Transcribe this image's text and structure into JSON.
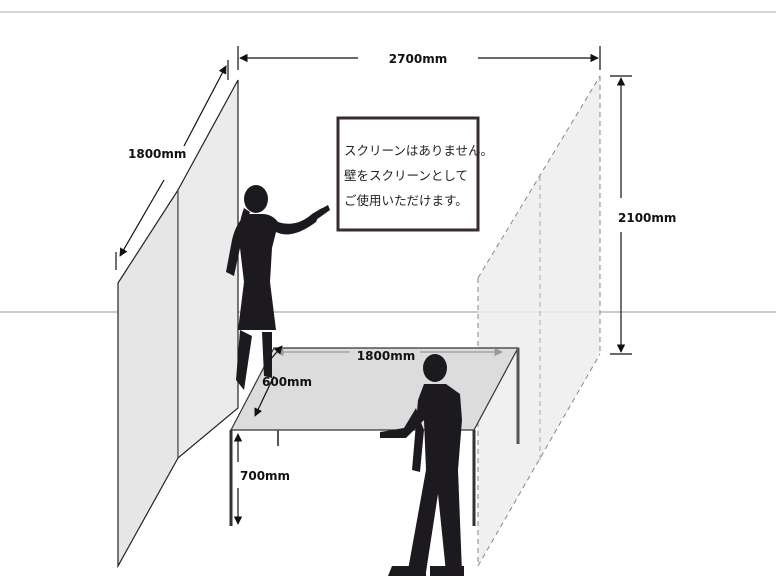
{
  "dimensions": {
    "screen_width": "2700mm",
    "screen_height": "2100mm",
    "partition_width": "1800mm",
    "table_width": "1800mm",
    "table_depth": "600mm",
    "table_height": "700mm"
  },
  "notice": {
    "line1": "スクリーンはありません。",
    "line2": "壁をスクリーンとして",
    "line3": "ご使用いただけます。"
  },
  "colors": {
    "panel_fill": "#e9e9e9",
    "table_top": "#dedede",
    "silhouette": "#1d1a1f",
    "line": "#333333",
    "guide": "#aaaaaa"
  }
}
